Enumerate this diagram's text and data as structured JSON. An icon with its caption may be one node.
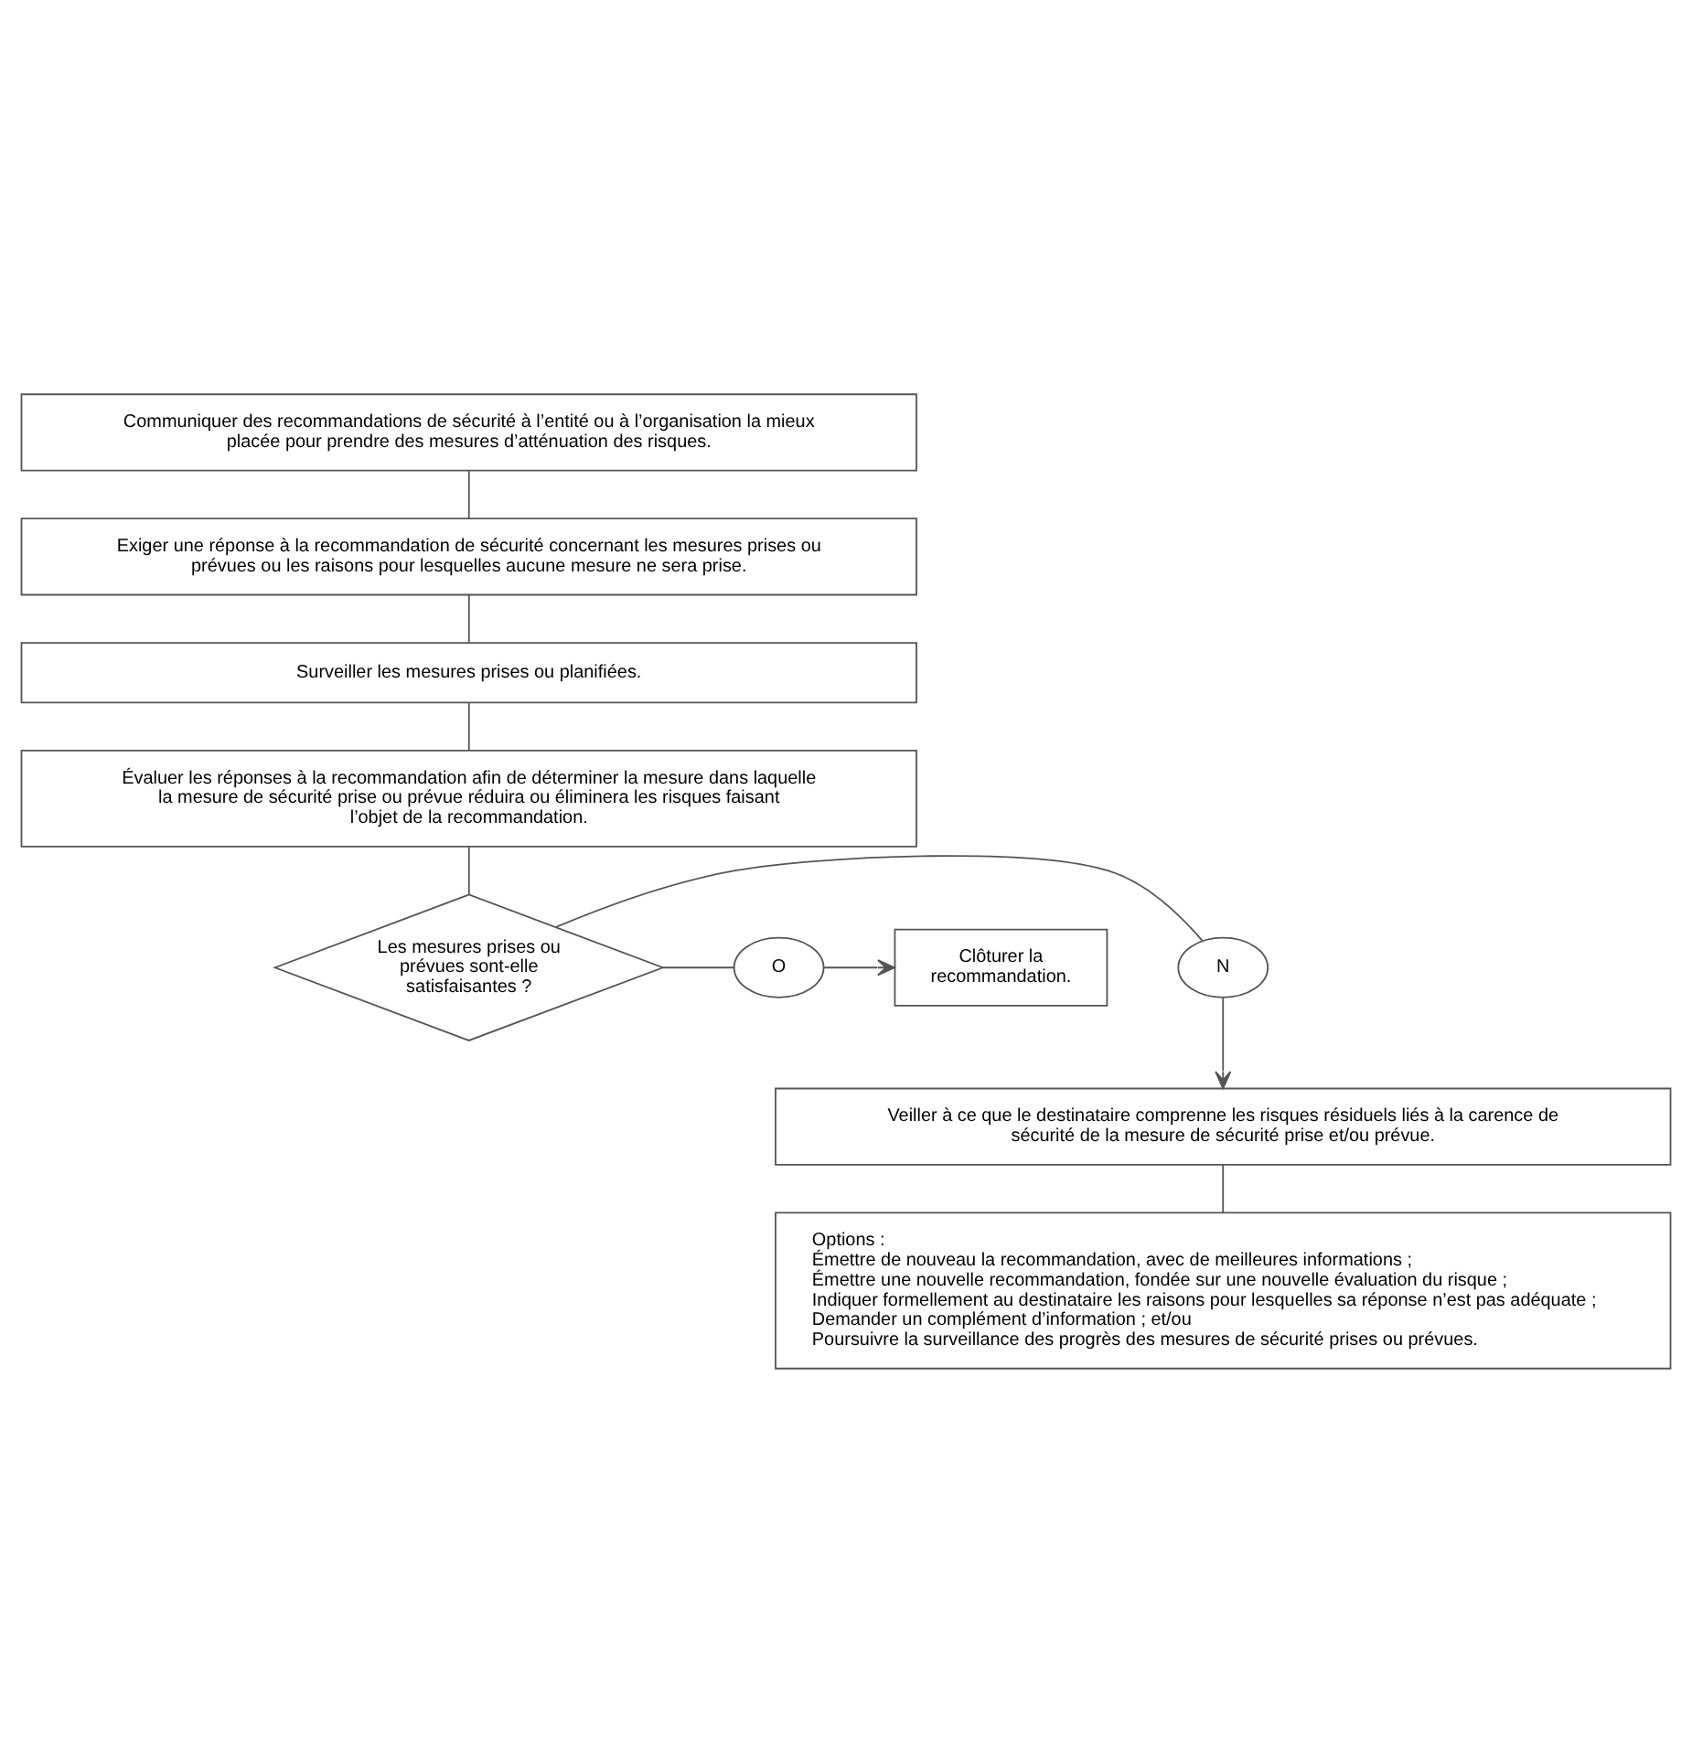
{
  "diagram": {
    "nodes": [
      {
        "text": [
          "Communiquer des recommandations de sécurité à l’entité ou à l’organisation la mieux placée pour prendre des mesures d’atténuation des risques."
        ]
      },
      {
        "text": [
          "Exiger une réponse à la recommandation de sécurité concernant les mesures prises ou prévues ou les raisons pour lesquelles aucune mesure ne sera prise."
        ]
      },
      {
        "text": [
          "Surveiller les mesures prises ou planifiées."
        ]
      },
      {
        "text": [
          "Évaluer les réponses à la recommandation afin de déterminer la mesure dans laquelle la mesure de sécurité prise ou prévue réduira ou éliminera les risques faisant l’objet de la recommandation."
        ]
      },
      {
        "text": [
          "Les mesures prises ou prévues sont-elle satisfaisantes ?"
        ]
      },
      {
        "text": [
          "N"
        ]
      },
      {
        "text": [
          "O"
        ]
      },
      {
        "text": [
          "Clôturer la recommandation."
        ]
      },
      {
        "text": [
          "Veiller à ce que le destinataire comprenne les risques résiduels liés à la carence de sécurité de la mesure de sécurité prise et/ou prévue."
        ]
      },
      {
        "text": [
          "Options :",
          "Émettre de nouveau la recommandation, avec de meilleures informations ;",
          "Émettre une nouvelle recommandation, fondée sur une nouvelle évaluation du risque ;",
          "Indiquer formellement au destinataire les raisons pour lesquelles sa réponse n’est pas adéquate ;",
          "Demander un complément d’information ; et/ou",
          "Poursuivre la surveillance des progrès des mesures de sécurité prises ou prévues."
        ]
      }
    ],
    "edges": [
      {
        "from": 0,
        "to": 1,
        "arrow": "none"
      },
      {
        "from": 1,
        "to": 2,
        "arrow": "none"
      },
      {
        "from": 2,
        "to": 3,
        "arrow": "none"
      },
      {
        "from": 3,
        "to": 4,
        "arrow": "none"
      },
      {
        "from": 4,
        "to": 5,
        "arrow": "none"
      },
      {
        "from": 4,
        "to": 6,
        "arrow": "none"
      },
      {
        "from": 6,
        "to": 7,
        "arrow": "to"
      },
      {
        "from": 5,
        "to": 8,
        "arrow": "to"
      },
      {
        "from": 8,
        "to": 9,
        "arrow": "none"
      }
    ]
  }
}
